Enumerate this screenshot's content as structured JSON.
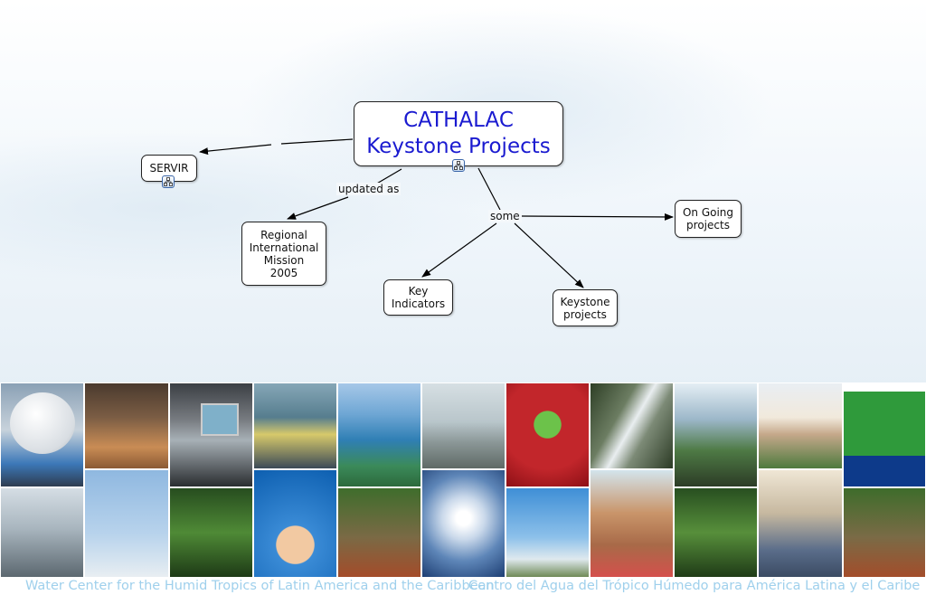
{
  "map": {
    "main": "CATHALAC\nKeystone Projects",
    "concepts": {
      "servir": "SERVIR",
      "regional": "Regional\nInternational\nMission\n2005",
      "key_indicators": "Key\nIndicators",
      "keystone": "Keystone\nprojects",
      "ongoing": "On Going\nprojects"
    },
    "links": {
      "updated_as": "updated as",
      "some": "some"
    }
  },
  "footer": {
    "english": "Water Center for the Humid Tropics of Latin America and the Caribbean",
    "spanish": "Centro del Agua del Trópico Húmedo para América Latina y el Caribe"
  }
}
